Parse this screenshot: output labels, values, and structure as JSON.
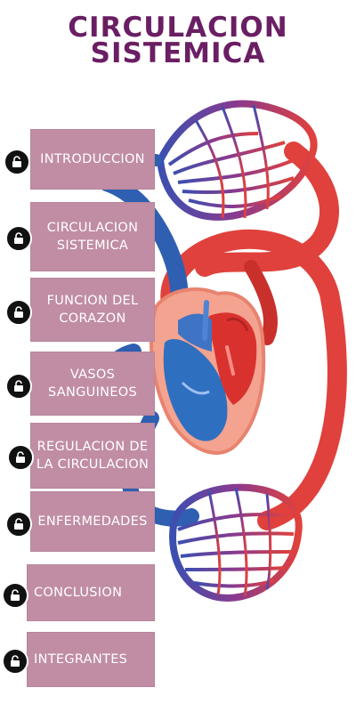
{
  "title": {
    "line1": "CIRCULACION",
    "line2": "SISTEMICA"
  },
  "menu": {
    "items": [
      {
        "label": "INTRODUCCION",
        "icon": "lock-open-icon"
      },
      {
        "label": "CIRCULACION\nSISTEMICA",
        "icon": "lock-open-icon"
      },
      {
        "label": "FUNCION DEL\nCORAZON",
        "icon": "lock-open-icon"
      },
      {
        "label": "VASOS\nSANGUINEOS",
        "icon": "lock-open-icon"
      },
      {
        "label": "REGULACION DE\nLA CIRCULACION",
        "icon": "lock-open-icon"
      },
      {
        "label": "ENFERMEDADES",
        "icon": "lock-open-icon"
      },
      {
        "label": "CONCLUSION",
        "icon": "lock-open-icon"
      },
      {
        "label": "INTEGRANTES",
        "icon": "lock-open-icon"
      }
    ]
  },
  "colors": {
    "title": "#6a1e63",
    "banner": "#c08da4",
    "artery": "#e0413c",
    "vein": "#2f5fb0",
    "capillary": "#7a3a8a"
  }
}
